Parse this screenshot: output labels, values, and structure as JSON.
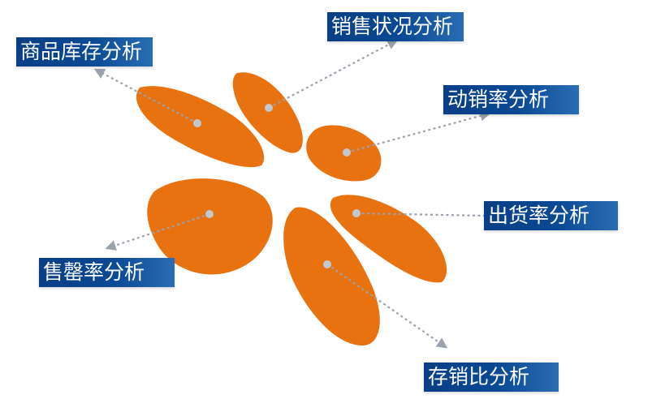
{
  "labels": {
    "inventory": "商品库存分析",
    "sales": "销售状况分析",
    "turnover": "动销率分析",
    "shipment": "出货率分析",
    "sellout": "售罄率分析",
    "stock_ratio": "存销比分析"
  },
  "colors": {
    "petal": "#e8720f",
    "label_bg": "#0a4994",
    "connector": "#9aa3ad",
    "dot": "#c3c8cf"
  }
}
